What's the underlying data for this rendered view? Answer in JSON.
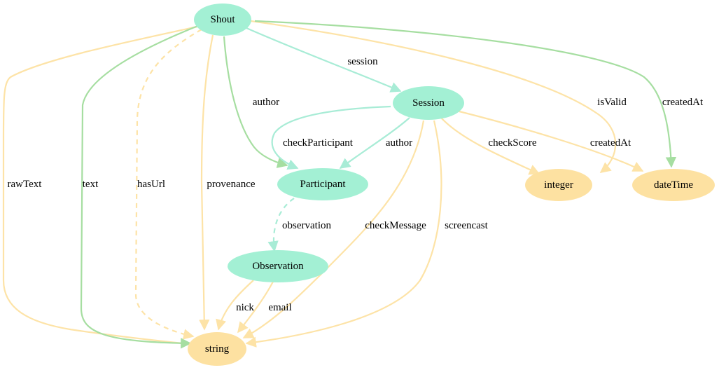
{
  "colors": {
    "class_node": "#a3f0d4",
    "datatype_node": "#fde1a1",
    "object_edge": "#a8ecd6",
    "inherit_edge": "#a6dea1",
    "datatype_edge": "#fde3a7"
  },
  "nodes": {
    "shout": "Shout",
    "session": "Session",
    "participant": "Participant",
    "observation": "Observation",
    "integer": "integer",
    "datetime": "dateTime",
    "string": "string"
  },
  "edges": {
    "session": "session",
    "author_shout": "author",
    "author_session": "author",
    "check_participant": "checkParticipant",
    "observation": "observation",
    "raw_text": "rawText",
    "text": "text",
    "has_url": "hasUrl",
    "provenance": "provenance",
    "is_valid": "isValid",
    "created_at_shout": "createdAt",
    "created_at_session": "createdAt",
    "check_score": "checkScore",
    "check_message": "checkMessage",
    "screencast": "screencast",
    "nick": "nick",
    "email": "email"
  }
}
